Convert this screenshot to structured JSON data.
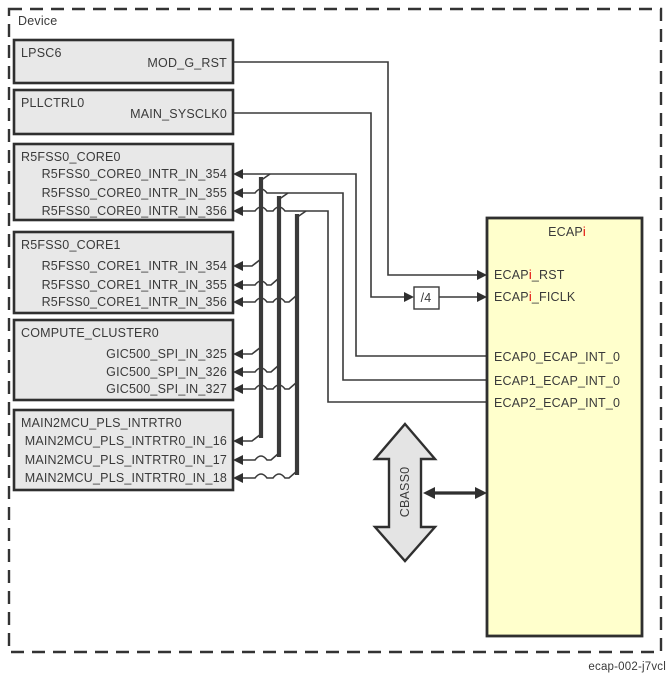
{
  "device_label": "Device",
  "figure_id": "ecap-002-j7vcl",
  "colors": {
    "module_fill": "#e8e8e8",
    "ecap_fill": "#ffffcc",
    "accent_red": "#e00000",
    "line": "#3a3a3a"
  },
  "blocks": [
    {
      "title": "LPSC6",
      "signals": [
        "MOD_G_RST"
      ]
    },
    {
      "title": "PLLCTRL0",
      "signals": [
        "MAIN_SYSCLK0"
      ]
    },
    {
      "title": "R5FSS0_CORE0",
      "signals": [
        "R5FSS0_CORE0_INTR_IN_354",
        "R5FSS0_CORE0_INTR_IN_355",
        "R5FSS0_CORE0_INTR_IN_356"
      ]
    },
    {
      "title": "R5FSS0_CORE1",
      "signals": [
        "R5FSS0_CORE1_INTR_IN_354",
        "R5FSS0_CORE1_INTR_IN_355",
        "R5FSS0_CORE1_INTR_IN_356"
      ]
    },
    {
      "title": "COMPUTE_CLUSTER0",
      "signals": [
        "GIC500_SPI_IN_325",
        "GIC500_SPI_IN_326",
        "GIC500_SPI_IN_327"
      ]
    },
    {
      "title": "MAIN2MCU_PLS_INTRTR0",
      "signals": [
        "MAIN2MCU_PLS_INTRTR0_IN_16",
        "MAIN2MCU_PLS_INTRTR0_IN_17",
        "MAIN2MCU_PLS_INTRTR0_IN_18"
      ]
    }
  ],
  "divider_label": "/4",
  "interconnect_label": "CBASS0",
  "ecap": {
    "title": {
      "base": "ECAP",
      "accent": "i"
    },
    "inputs": [
      {
        "base": "ECAP",
        "accent": "i",
        "suffix": "_RST"
      },
      {
        "base": "ECAP",
        "accent": "i",
        "suffix": "_FICLK"
      }
    ],
    "outputs": [
      "ECAP0_ECAP_INT_0",
      "ECAP1_ECAP_INT_0",
      "ECAP2_ECAP_INT_0"
    ]
  }
}
